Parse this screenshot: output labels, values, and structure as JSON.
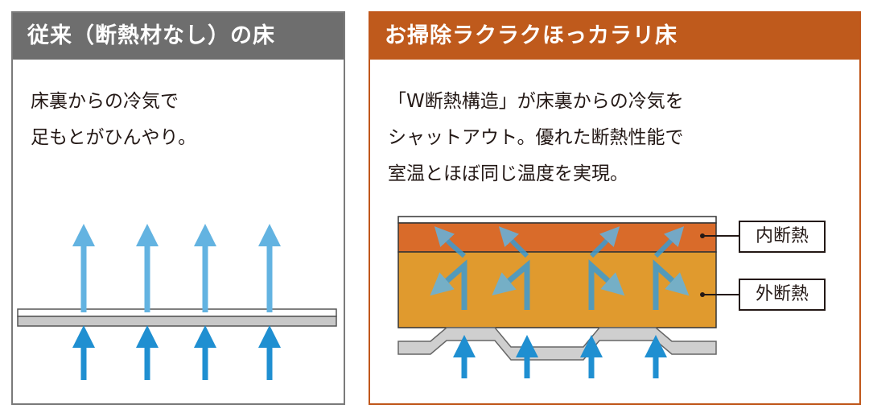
{
  "left": {
    "title": "従来（断熱材なし）の床",
    "desc_lines": [
      "床裏からの冷気で",
      "足もとがひんやり。"
    ]
  },
  "right": {
    "title": "お掃除ラクラクほっカラリ床",
    "desc_lines": [
      "「W断熱構造」が床裏からの冷気を",
      "シャットアウト。優れた断熱性能で",
      "室温とほぼ同じ温度を実現。"
    ],
    "labels": {
      "inner": "内断熱",
      "outer": "外断熱"
    }
  },
  "colors": {
    "left_header": "#6e6e6e",
    "right_header": "#bf5a1c",
    "cold_arrow_strong": "#1f8fd1",
    "cold_arrow_light": "#63b3e1",
    "inner_insulation": "#d96b2a",
    "outer_insulation": "#e09a2e",
    "floor_board": "#c8c8c8"
  },
  "icons": [
    "up-arrow-icon",
    "deflected-arrow-icon"
  ]
}
